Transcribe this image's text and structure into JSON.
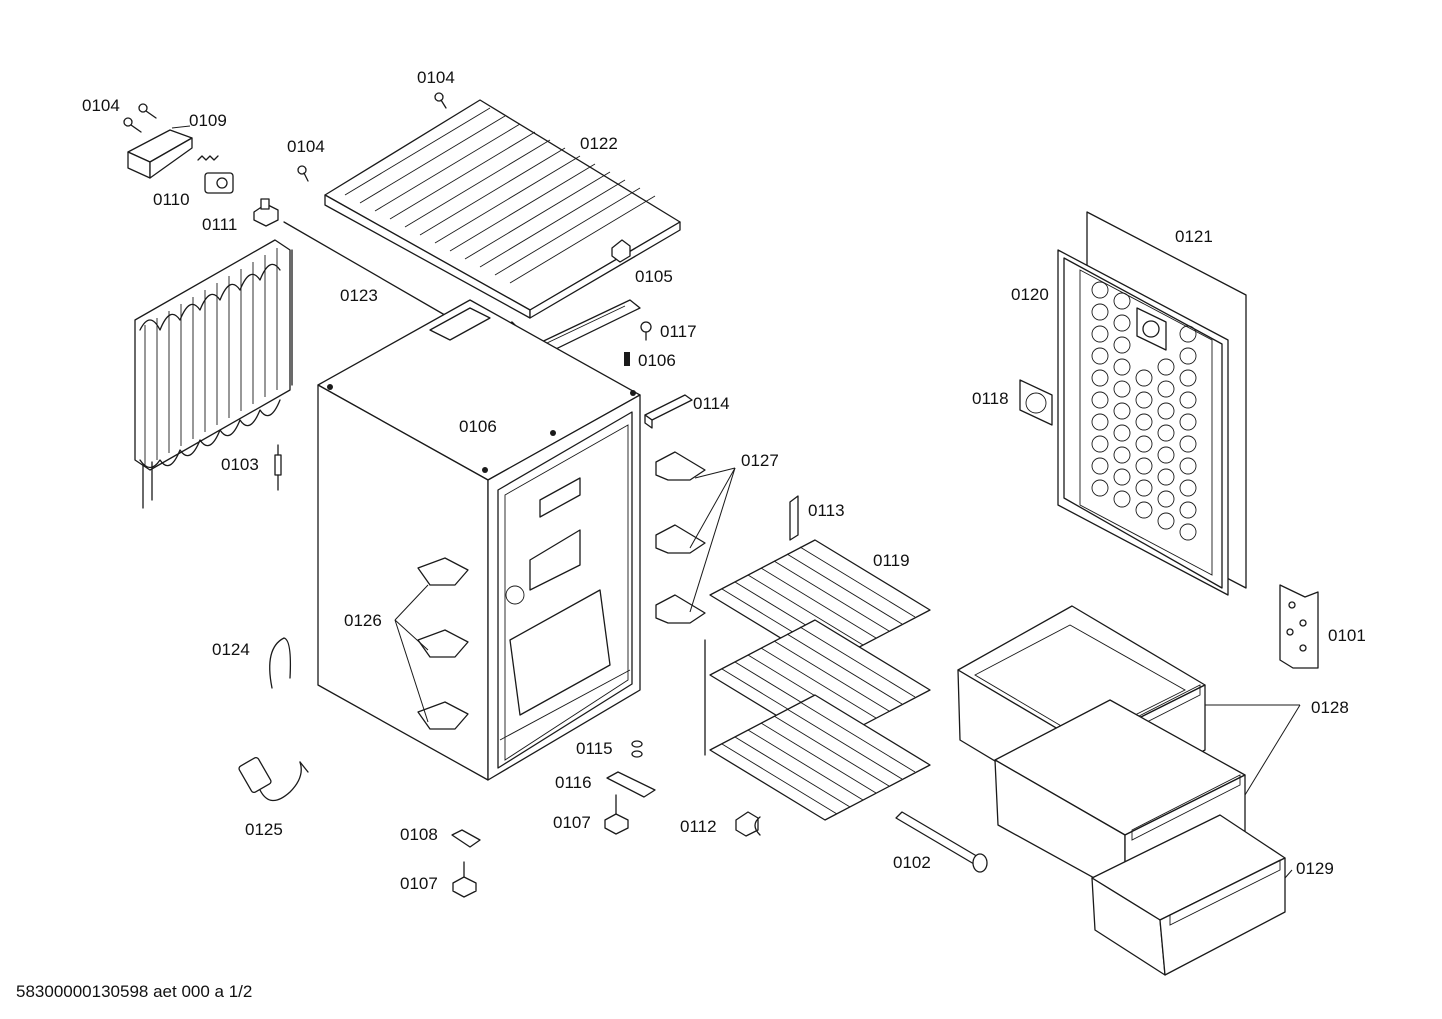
{
  "footer": "58300000130598 aet 000 a 1/2",
  "callouts": {
    "c0104a": "0104",
    "c0104b": "0104",
    "c0104c": "0104",
    "c0109": "0109",
    "c0110": "0110",
    "c0111": "0111",
    "c0122": "0122",
    "c0123": "0123",
    "c0105": "0105",
    "c0117": "0117",
    "c0106a": "0106",
    "c0106b": "0106",
    "c0114": "0114",
    "c0103": "0103",
    "c0127": "0127",
    "c0113": "0113",
    "c0119": "0119",
    "c0126": "0126",
    "c0124": "0124",
    "c0115": "0115",
    "c0116": "0116",
    "c0107a": "0107",
    "c0107b": "0107",
    "c0112": "0112",
    "c0108": "0108",
    "c0125": "0125",
    "c0102": "0102",
    "c0121": "0121",
    "c0120": "0120",
    "c0118": "0118",
    "c0101": "0101",
    "c0128": "0128",
    "c0129": "0129"
  }
}
